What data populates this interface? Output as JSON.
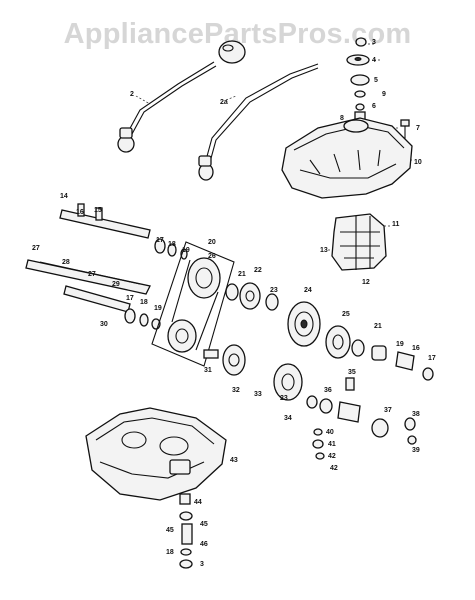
{
  "watermark": "AppliancePartsPros.com",
  "callouts": [
    {
      "id": "c2a",
      "text": "2"
    },
    {
      "id": "c2b",
      "text": "2a"
    },
    {
      "id": "c3",
      "text": "3"
    },
    {
      "id": "c4",
      "text": "4"
    },
    {
      "id": "c5",
      "text": "5"
    },
    {
      "id": "c6",
      "text": "6"
    },
    {
      "id": "c7",
      "text": "7"
    },
    {
      "id": "c8",
      "text": "8"
    },
    {
      "id": "c9",
      "text": "9"
    },
    {
      "id": "c10",
      "text": "10"
    },
    {
      "id": "c11",
      "text": "11"
    },
    {
      "id": "c12",
      "text": "12"
    },
    {
      "id": "c13",
      "text": "13"
    },
    {
      "id": "c14",
      "text": "14"
    },
    {
      "id": "c15",
      "text": "15"
    },
    {
      "id": "c16",
      "text": "16"
    },
    {
      "id": "c17a",
      "text": "17"
    },
    {
      "id": "c18a",
      "text": "18"
    },
    {
      "id": "c19a",
      "text": "19"
    },
    {
      "id": "c20",
      "text": "20"
    },
    {
      "id": "c21a",
      "text": "21"
    },
    {
      "id": "c22",
      "text": "22"
    },
    {
      "id": "c23",
      "text": "23"
    },
    {
      "id": "c24",
      "text": "24"
    },
    {
      "id": "c25",
      "text": "25"
    },
    {
      "id": "c21b",
      "text": "21"
    },
    {
      "id": "c19b",
      "text": "19"
    },
    {
      "id": "c16b",
      "text": "16"
    },
    {
      "id": "c17b",
      "text": "17"
    },
    {
      "id": "c26",
      "text": "26"
    },
    {
      "id": "c27a",
      "text": "27"
    },
    {
      "id": "c28",
      "text": "28"
    },
    {
      "id": "c27b",
      "text": "27"
    },
    {
      "id": "c29",
      "text": "29"
    },
    {
      "id": "c17c",
      "text": "17"
    },
    {
      "id": "c18b",
      "text": "18"
    },
    {
      "id": "c19c",
      "text": "19"
    },
    {
      "id": "c30",
      "text": "30"
    },
    {
      "id": "c31",
      "text": "31"
    },
    {
      "id": "c32",
      "text": "32"
    },
    {
      "id": "c33",
      "text": "33"
    },
    {
      "id": "c34",
      "text": "34"
    },
    {
      "id": "c35",
      "text": "35"
    },
    {
      "id": "c36",
      "text": "36"
    },
    {
      "id": "c37",
      "text": "37"
    },
    {
      "id": "c38",
      "text": "38"
    },
    {
      "id": "c39",
      "text": "39"
    },
    {
      "id": "c40",
      "text": "40"
    },
    {
      "id": "c41",
      "text": "41"
    },
    {
      "id": "c42",
      "text": "42"
    },
    {
      "id": "c43",
      "text": "43"
    },
    {
      "id": "c44",
      "text": "44"
    },
    {
      "id": "c45a",
      "text": "45"
    },
    {
      "id": "c45b",
      "text": "45"
    },
    {
      "id": "c46",
      "text": "46"
    },
    {
      "id": "c18c",
      "text": "18"
    },
    {
      "id": "c3b",
      "text": "3"
    },
    {
      "id": "c23b",
      "text": "23"
    },
    {
      "id": "c42b",
      "text": "42"
    }
  ]
}
